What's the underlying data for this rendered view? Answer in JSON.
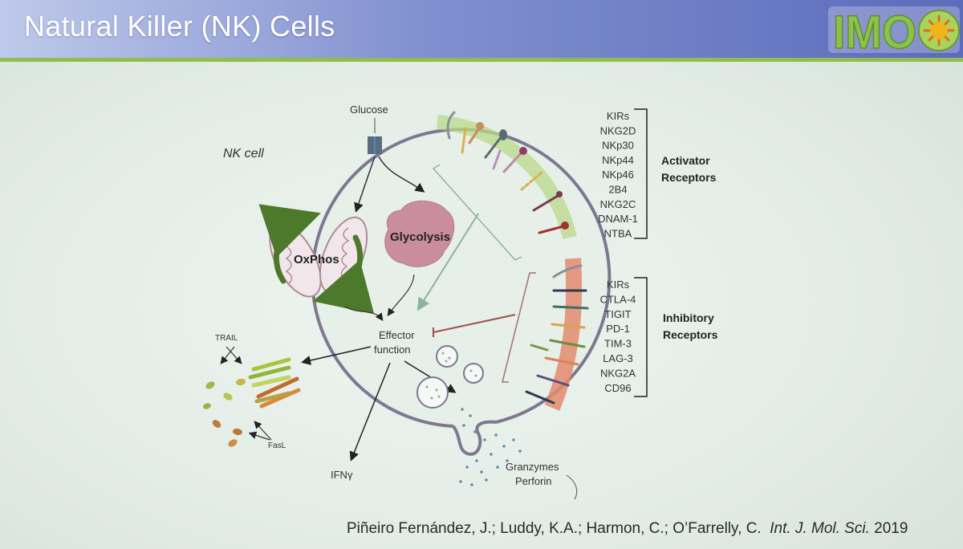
{
  "slide": {
    "title": "Natural Killer (NK) Cells",
    "logo_text": "IMO"
  },
  "diagram": {
    "cell_label": "NK cell",
    "glucose_label": "Glucose",
    "oxphos_label": "OxPhos",
    "glycolysis_label": "Glycolysis",
    "effector_line1": "Effector",
    "effector_line2": "function",
    "trail_label": "TRAIL",
    "fasl_label": "FasL",
    "ifng_label": "IFNγ",
    "granzymes_label": "Granzymes",
    "perforin_label": "Perforin",
    "activator_receptors": [
      "KIRs",
      "NKG2D",
      "NKp30",
      "NKp44",
      "NKp46",
      "2B4",
      "NKG2C",
      "DNAM-1",
      "NTBA"
    ],
    "activator_title_line1": "Activator",
    "activator_title_line2": "Receptors",
    "inhibitory_receptors": [
      "KIRs",
      "CTLA-4",
      "TIGIT",
      "PD-1",
      "TIM-3",
      "LAG-3",
      "NKG2A",
      "CD96"
    ],
    "inhibitory_title_line1": "Inhibitory",
    "inhibitory_title_line2": "Receptors"
  },
  "citation": {
    "authors": "Piñeiro Fernández, J.; Luddy, K.A.; Harmon, C.; O’Farrelly, C.",
    "journal": "Int. J. Mol. Sci.",
    "year": "2019"
  },
  "colors": {
    "header_start": "#bfc9ea",
    "header_end": "#5c6bbb",
    "header_rule": "#8fbe4e",
    "activator_band": "#b9d98a",
    "inhibitory_band": "#e38a6e",
    "glycolysis_blob": "#c98d9e",
    "oxphos_arrow": "#4d7a2a",
    "cell_membrane": "#7d7890"
  }
}
